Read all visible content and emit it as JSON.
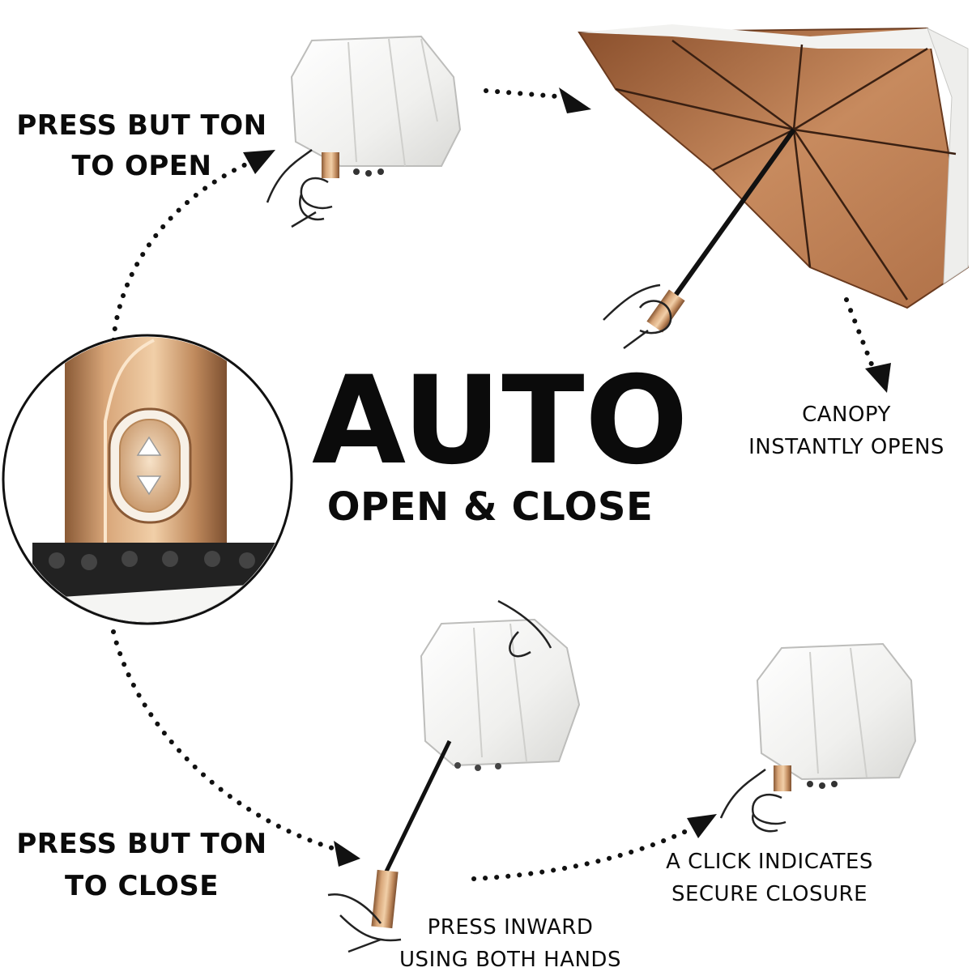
{
  "headline": {
    "title": "AUTO",
    "subtitle": "OPEN & CLOSE"
  },
  "steps": {
    "press_open": "PRESS BUT TON\nTO OPEN",
    "canopy_opens": "CANOPY\nINSTANTLY OPENS",
    "press_close": "PRESS BUT TON\nTO CLOSE",
    "press_inward": "PRESS INWARD\nUSING BOTH HANDS",
    "click_closure": "A CLICK INDICATES\nSECURE CLOSURE"
  },
  "button_icons": [
    "triangle-up-icon",
    "triangle-down-icon"
  ],
  "colors": {
    "text": "#0b0b0b",
    "canopy_outer": "#f1f1ef",
    "canopy_inner": "#b97b52",
    "handle_gold": "#c99466",
    "shaft": "#1a1a1a"
  }
}
